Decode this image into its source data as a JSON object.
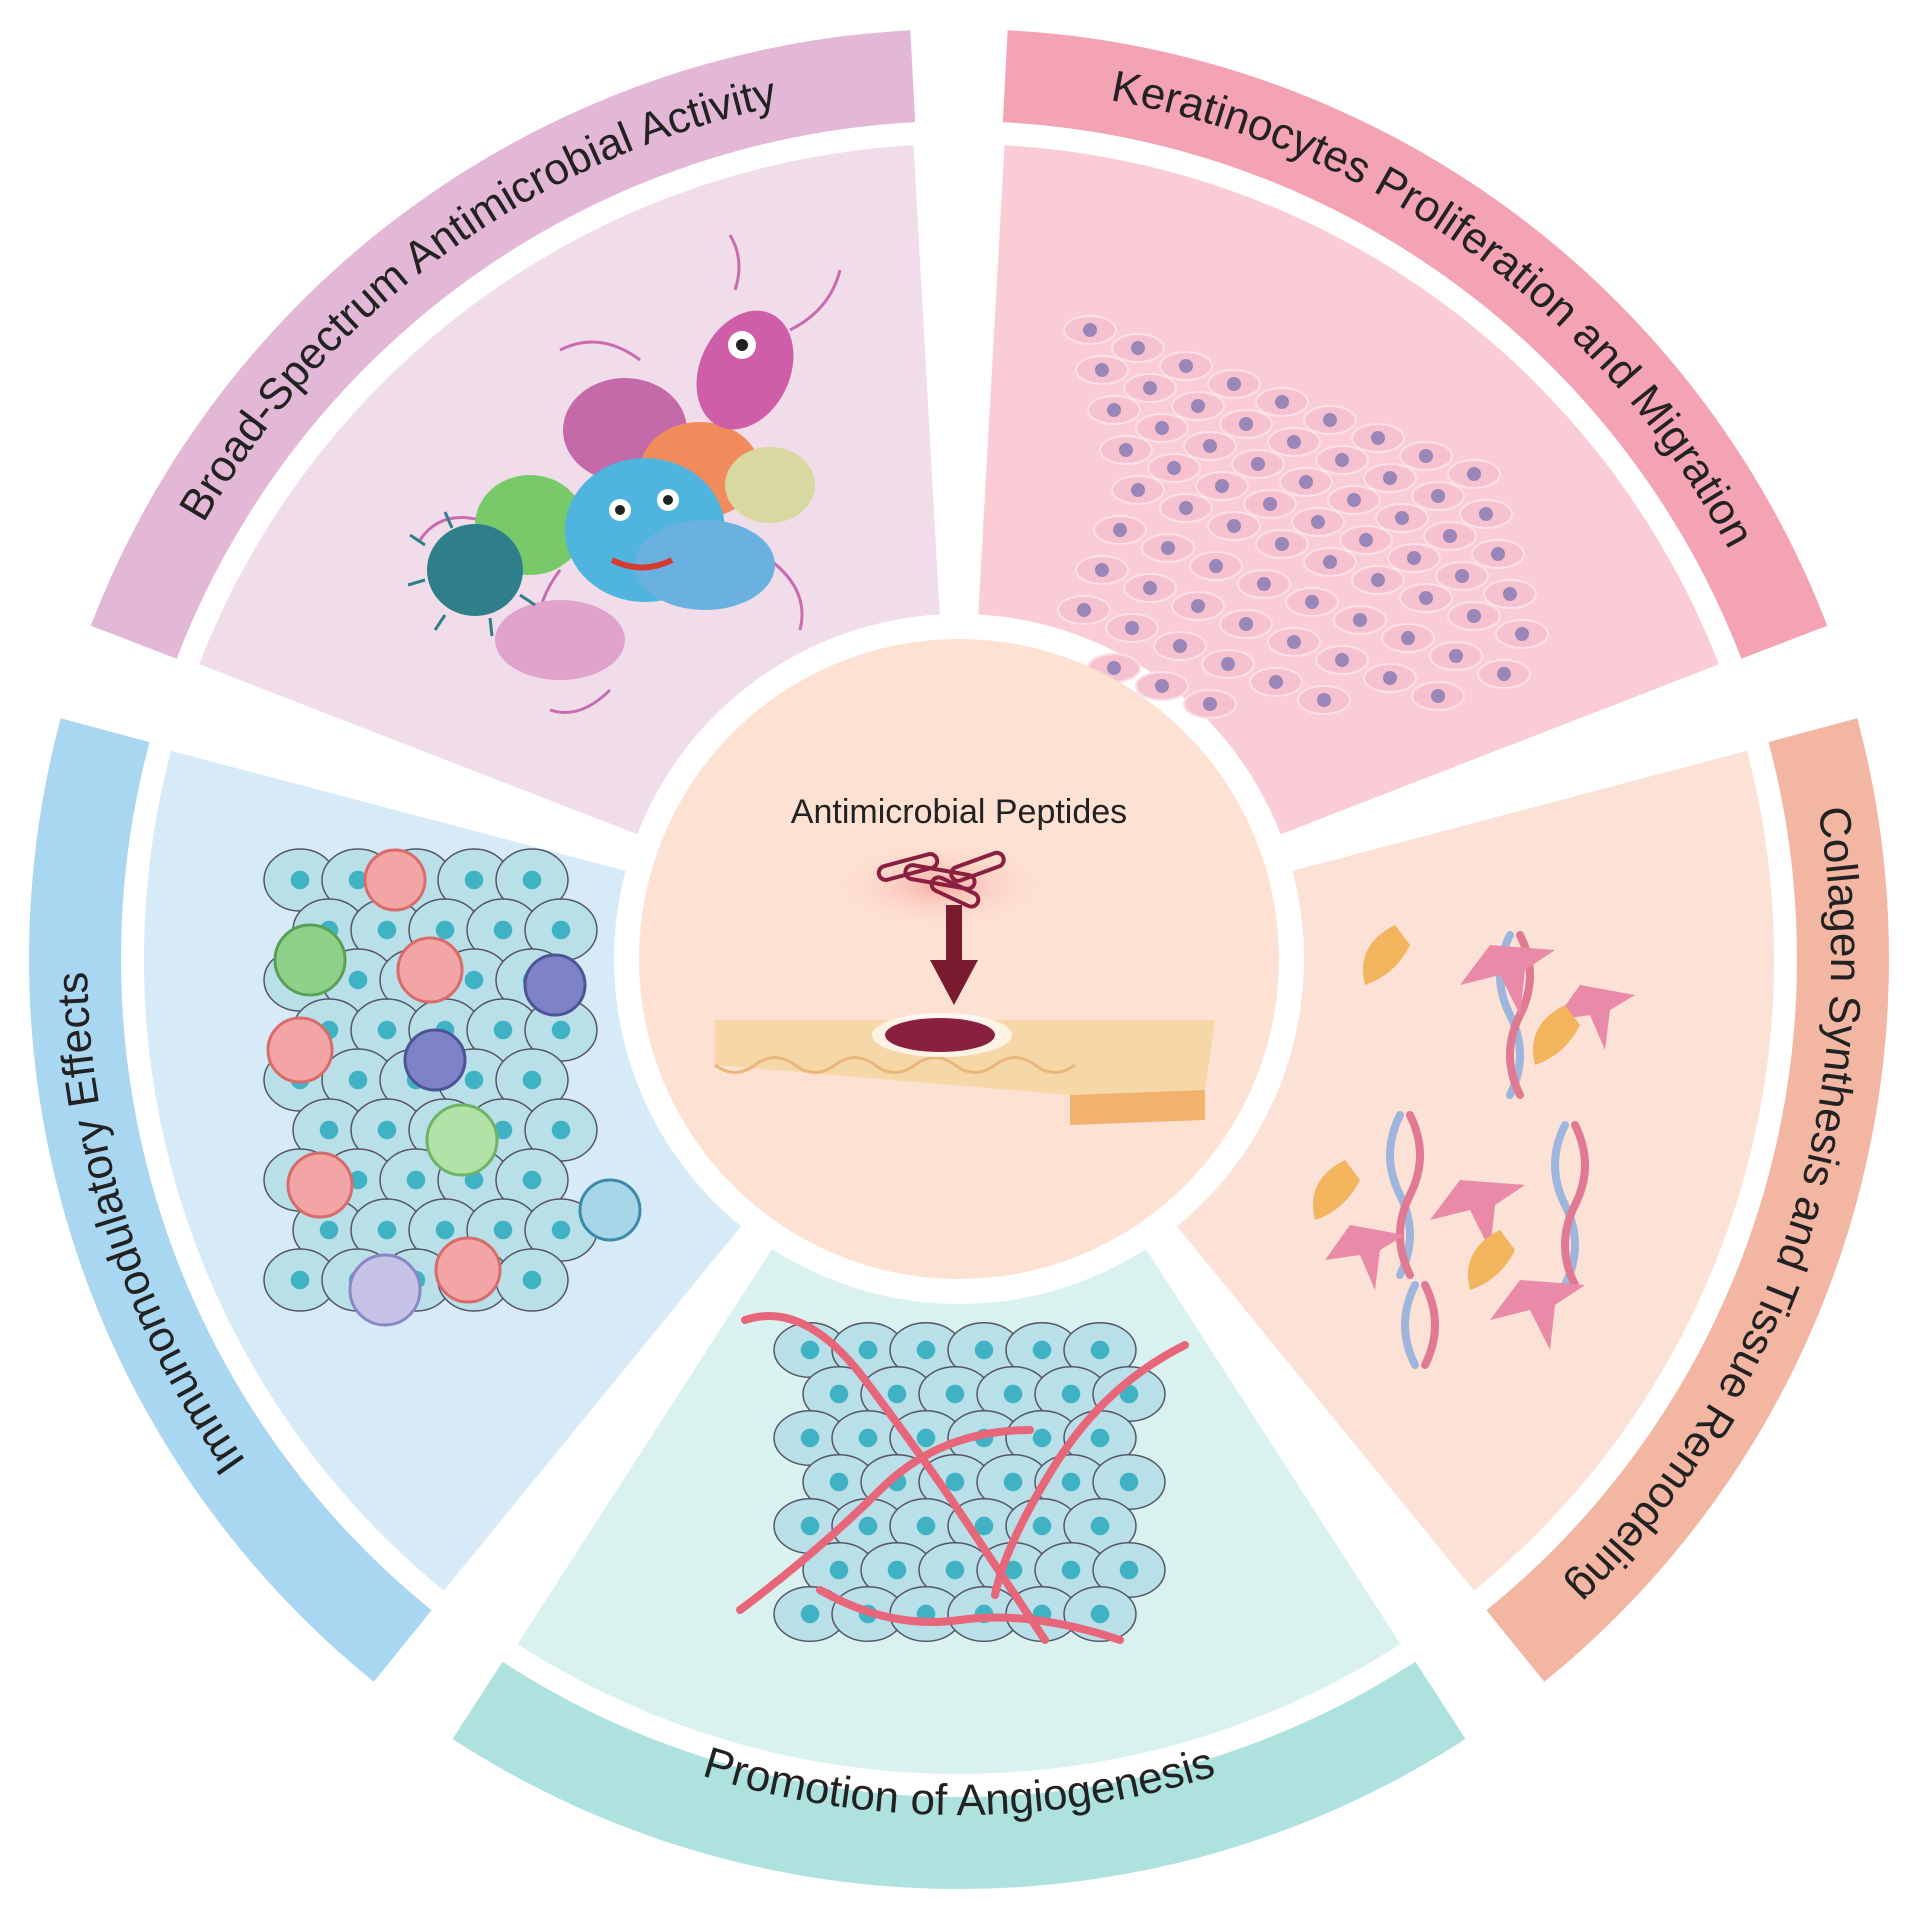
{
  "center": {
    "title": "Antimicrobial Peptides",
    "fill": "#fde1d2"
  },
  "sectors": [
    {
      "id": "antimicrobial",
      "label": "Broad-Spectrum Antimicrobial Activity",
      "band_color": "#e2b8d6",
      "panel_color": "#f1dcea",
      "illustration_icon": "bacteria-cluster"
    },
    {
      "id": "keratinocytes",
      "label": "Keratinocytes Proliferation and Migration",
      "band_color": "#f3a3b4",
      "panel_color": "#f9ccd6",
      "illustration_icon": "keratinocyte-sheet"
    },
    {
      "id": "collagen",
      "label": "Collagen Synthesis and Tissue Remodeling",
      "band_color": "#f2b6a3",
      "panel_color": "#fbe1d6",
      "illustration_icon": "fibroblasts-and-collagen-fibers"
    },
    {
      "id": "angiogenesis",
      "label": "Promotion of Angiogenesis",
      "band_color": "#aee2df",
      "panel_color": "#d9f1ef",
      "illustration_icon": "blood-vessel-network"
    },
    {
      "id": "immuno",
      "label": "Immunomodulatory Effects",
      "band_color": "#a9d6f1",
      "panel_color": "#d7eaf8",
      "illustration_icon": "immune-cells"
    }
  ],
  "colors": {
    "wound": "#8b1f3f",
    "arrow": "#7a1a2e",
    "skin": "#f6d7a8",
    "vessel": "#e8667a",
    "cell_fill": "#b9dfe8",
    "cell_nucleus": "#3fb3c4"
  }
}
